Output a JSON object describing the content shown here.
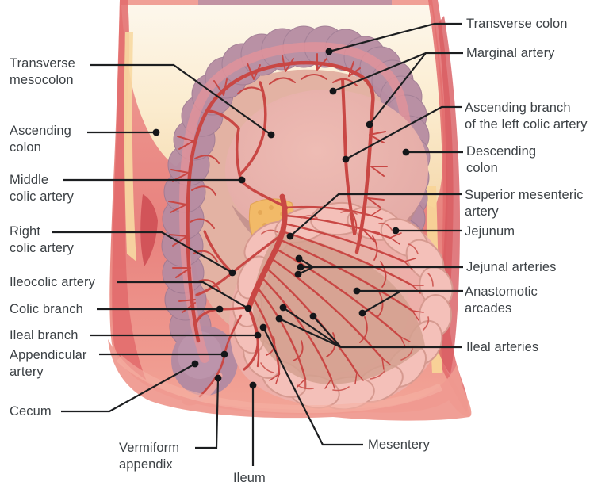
{
  "figure": {
    "subject": "Arterial supply of the intestines (superior mesenteric artery and branches)"
  },
  "colors": {
    "artery_red": "#c94744",
    "colon_mauve": "#b68ca2",
    "bowel_pink": "#f2b5ae",
    "body_wall_red": "#e5716f",
    "skin_cream": "#f9e6c6",
    "pancreas_yellow": "#f2ba68",
    "label_text": "#3c4145",
    "leader_line": "#1c1e20"
  },
  "labels": [
    {
      "id": "transverse-mesocolon",
      "text": "Transverse\nmesocolon"
    },
    {
      "id": "ascending-colon",
      "text": "Ascending\ncolon"
    },
    {
      "id": "middle-colic-artery",
      "text": "Middle\ncolic artery"
    },
    {
      "id": "right-colic-artery",
      "text": "Right\ncolic artery"
    },
    {
      "id": "ileocolic-artery",
      "text": "Ileocolic artery"
    },
    {
      "id": "colic-branch",
      "text": "Colic branch"
    },
    {
      "id": "ileal-branch",
      "text": "Ileal branch"
    },
    {
      "id": "appendicular-artery",
      "text": "Appendicular\nartery"
    },
    {
      "id": "cecum",
      "text": "Cecum"
    },
    {
      "id": "vermiform-appendix",
      "text": "Vermiform\nappendix"
    },
    {
      "id": "ileum",
      "text": "Ileum"
    },
    {
      "id": "mesentery",
      "text": "Mesentery"
    },
    {
      "id": "transverse-colon",
      "text": "Transverse colon"
    },
    {
      "id": "marginal-artery",
      "text": "Marginal artery"
    },
    {
      "id": "ascending-branch-left-colic",
      "text": "Ascending branch\nof the left colic artery"
    },
    {
      "id": "descending-colon",
      "text": "Descending\ncolon"
    },
    {
      "id": "superior-mesenteric-artery",
      "text": "Superior mesenteric\nartery"
    },
    {
      "id": "jejunum",
      "text": "Jejunum"
    },
    {
      "id": "jejunal-arteries",
      "text": "Jejunal arteries"
    },
    {
      "id": "anastomotic-arcades",
      "text": "Anastomotic\narcades"
    },
    {
      "id": "ileal-arteries",
      "text": "Ileal arteries"
    }
  ]
}
